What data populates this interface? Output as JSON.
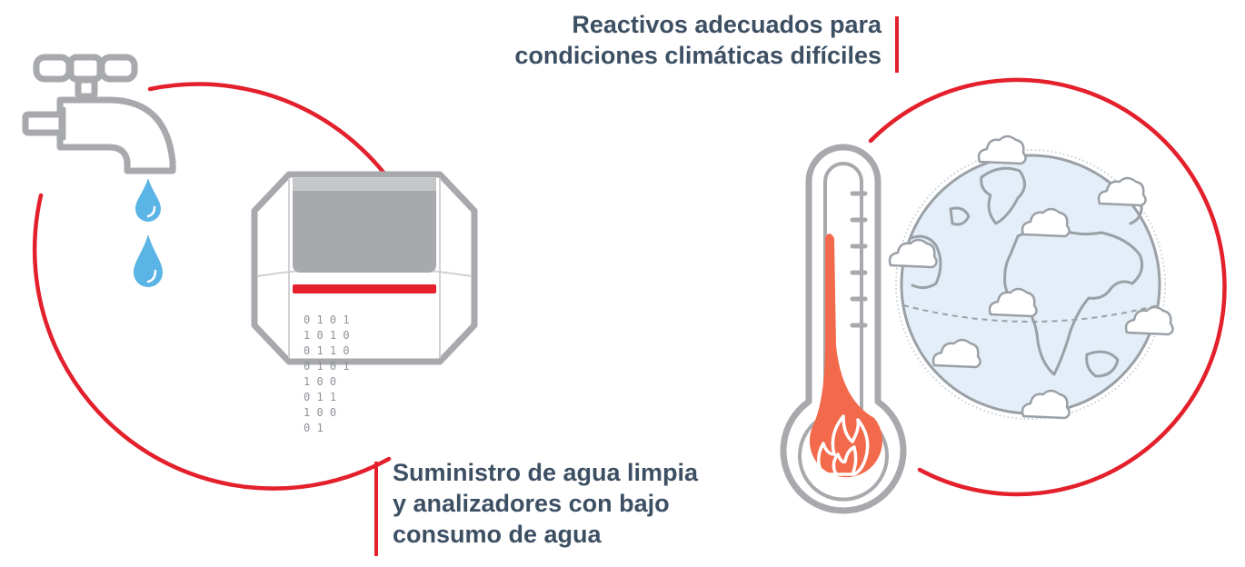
{
  "captions": {
    "climate": [
      "Reactivos adecuados para",
      "condiciones climáticas difíciles"
    ],
    "water": [
      "Suministro de agua limpia",
      "y analizadores con bajo",
      "consumo de agua"
    ]
  },
  "binary_rows": [
    "0 1 0 1",
    "1 0 1 0",
    "0 1 1 0",
    "0 1 0 1",
    "1 0 0",
    "0 1 1",
    "1 0 0",
    "0   1"
  ],
  "colors": {
    "accent_red": "#e3202b",
    "text_navy": "#3d4f63",
    "outline_gray": "#a7a9ac",
    "water_blue": "#5ab4e5",
    "flame_orange": "#f26a4b",
    "globe_blue": "#e4eef8"
  },
  "icons": [
    "faucet-icon",
    "water-drop-icon",
    "analyzer-device-icon",
    "thermometer-icon",
    "flame-icon",
    "globe-icon",
    "cloud-icon"
  ]
}
